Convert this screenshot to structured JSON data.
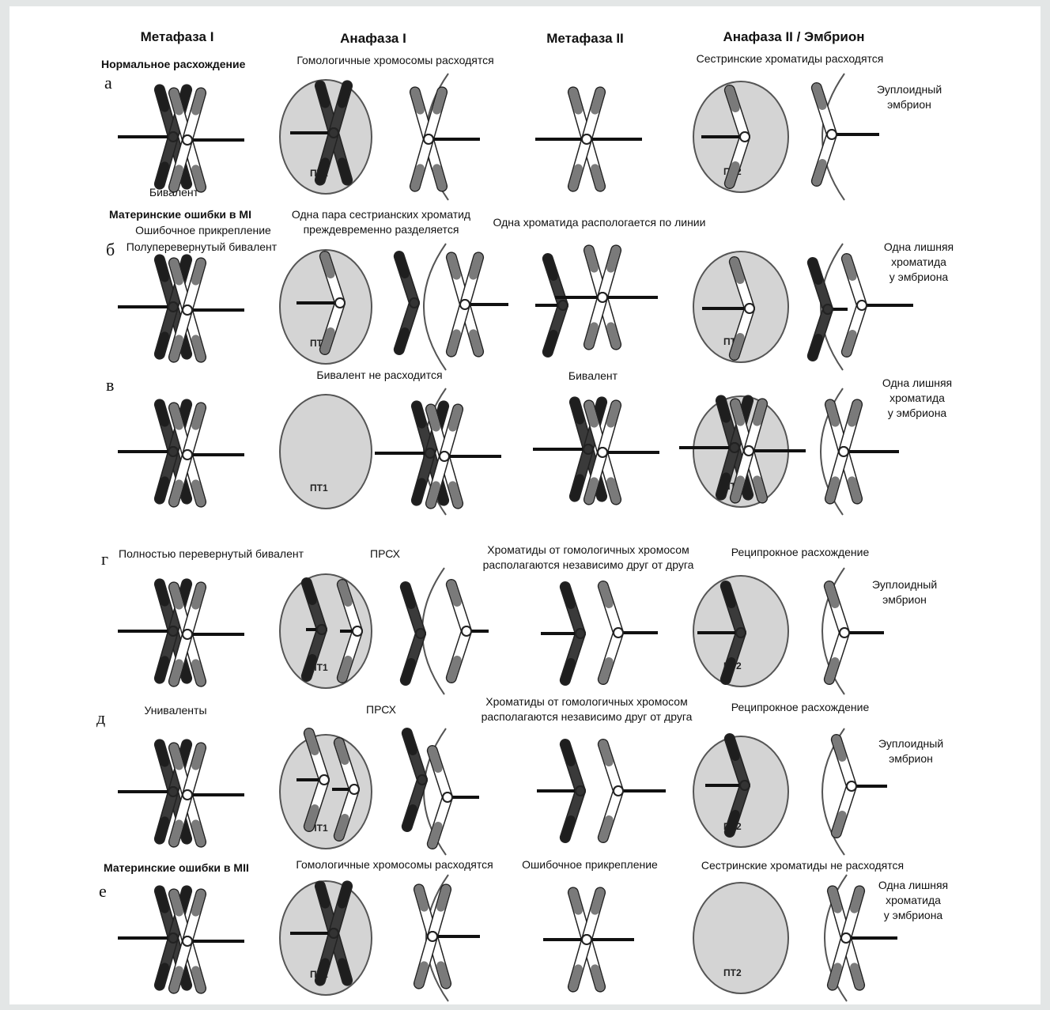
{
  "headers": {
    "col1": "Метафаза I",
    "col2": "Анафаза I",
    "col3": "Метафаза II",
    "col4": "Анафаза II / Эмбрион"
  },
  "sections": {
    "normal": "Нормальное расхождение",
    "mi_errors": "Материнские ошибки в MI",
    "mii_errors": "Материнские ошибки в MII"
  },
  "row_letters": {
    "a": "а",
    "b": "б",
    "v": "в",
    "g": "г",
    "d": "д",
    "e": "е"
  },
  "cell_labels": {
    "pt1": "ПТ1",
    "pt2": "ПТ2"
  },
  "rows": {
    "a": {
      "bivalent": "Бивалент",
      "anaphase1": "Гомологичные хромосомы расходятся",
      "anaphase2": "Сестринские хроматиды расходятся",
      "outcome": [
        "Эуплоидный",
        "эмбрион"
      ]
    },
    "b": {
      "meta1": [
        "Ошибочное прикрепление",
        "Полуперевернутый бивалент"
      ],
      "anaphase1": [
        "Одна пара сестрианских хроматид",
        "преждевременно разделяется"
      ],
      "meta2": "Одна хроматида распологается по линии",
      "outcome": [
        "Одна лишняя",
        "хроматида",
        "у эмбриона"
      ]
    },
    "v": {
      "anaphase1": "Бивалент не расходится",
      "meta2": "Бивалент",
      "outcome": [
        "Одна лишняя",
        "хроматида",
        "у эмбриона"
      ]
    },
    "g": {
      "meta1": "Полностью перевернутый бивалент",
      "anaphase1": "ПРСХ",
      "meta2": [
        "Хроматиды от гомологичных хромосом",
        "располагаются независимо друг от друга"
      ],
      "anaphase2": "Реципрокное расхождение",
      "outcome": [
        "Эуплоидный",
        "эмбрион"
      ]
    },
    "d": {
      "meta1": "Униваленты",
      "anaphase1": "ПРСХ",
      "meta2": [
        "Хроматиды от гомологичных хромосом",
        "располагаются независимо друг от друга"
      ],
      "anaphase2": "Реципрокное расхождение",
      "outcome": [
        "Эуплоидный",
        "эмбрион"
      ]
    },
    "e": {
      "anaphase1": "Гомологичные хромосомы расходятся",
      "meta2": "Ошибочное прикрепление",
      "anaphase2": "Сестринские хроматиды не расходятся",
      "outcome": [
        "Одна лишняя",
        "хроматида",
        "у эмбриона"
      ]
    }
  }
}
